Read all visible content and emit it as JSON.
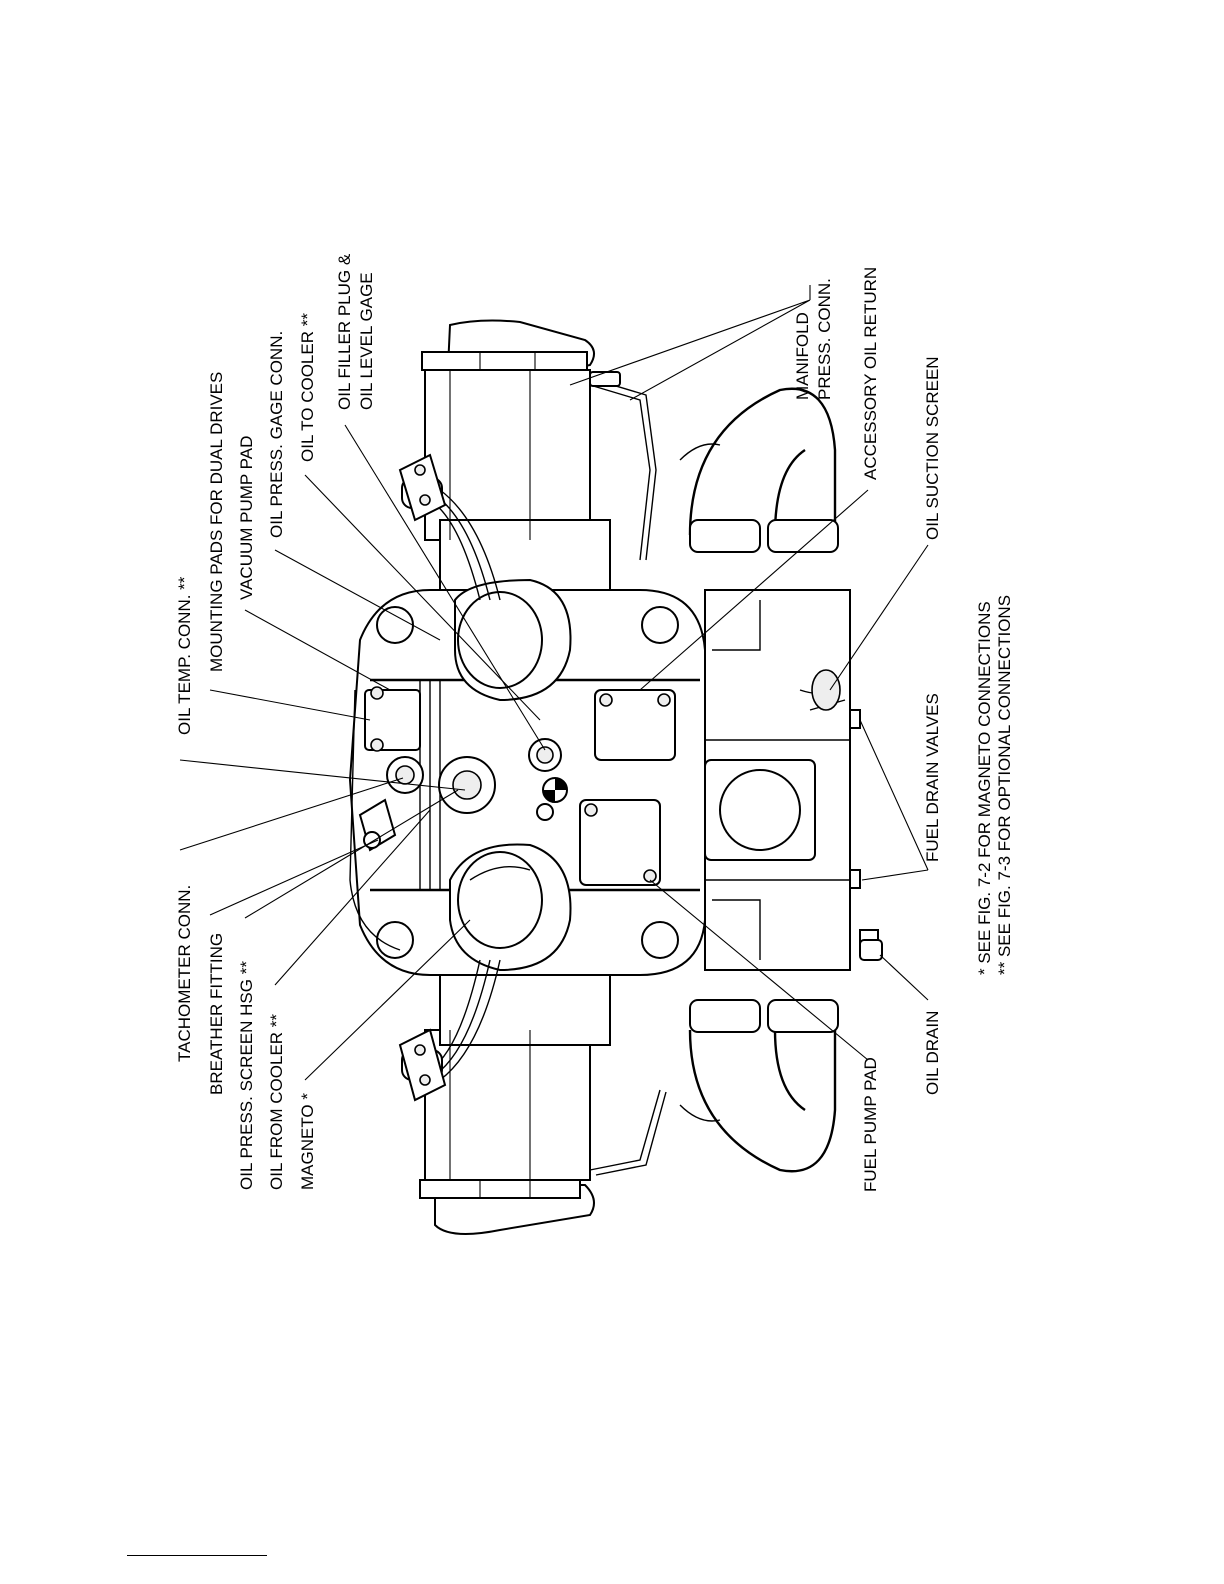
{
  "callouts_top": {
    "tachometer_conn": "TACHOMETER CONN.",
    "breather_fitting": "BREATHER FITTING",
    "oil_press_screen_hsg": "OIL PRESS. SCREEN HSG **",
    "oil_from_cooler": "OIL FROM COOLER **",
    "magneto": "MAGNETO *",
    "oil_temp_conn": "OIL TEMP. CONN. **",
    "mounting_pads": "MOUNTING PADS FOR DUAL DRIVES",
    "vacuum_pump_pad": "VACUUM PUMP PAD",
    "oil_press_gage_conn": "OIL PRESS. GAGE CONN.",
    "oil_to_cooler": "OIL TO COOLER **",
    "oil_filler_plug_l1": "OIL FILLER PLUG &",
    "oil_filler_plug_l2": "OIL LEVEL GAGE"
  },
  "callouts_bottom": {
    "fuel_pump_pad": "FUEL PUMP PAD",
    "oil_drain": "OIL DRAIN",
    "fuel_drain_valves": "FUEL DRAIN VALVES",
    "oil_suction_screen": "OIL SUCTION SCREEN",
    "accessory_oil_return": "ACCESSORY OIL RETURN",
    "manifold_press_l1": "MANIFOLD",
    "manifold_press_l2": "PRESS. CONN."
  },
  "notes": {
    "note_1": "* SEE FIG. 7-2 FOR MAGNETO CONNECTIONS",
    "note_2": "** SEE FIG. 7-3 FOR OPTIONAL CONNECTIONS"
  }
}
